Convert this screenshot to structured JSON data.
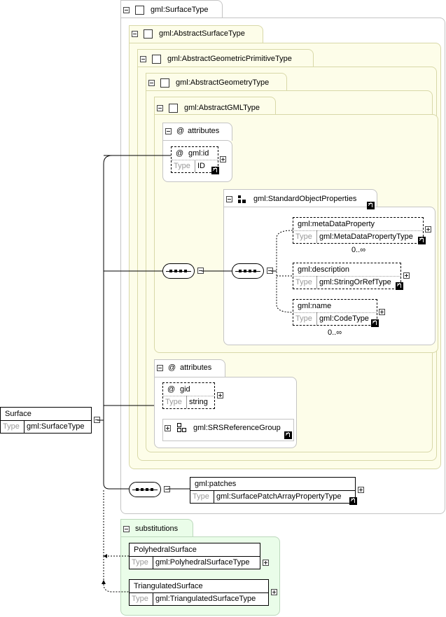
{
  "types": {
    "surface_type": "gml:SurfaceType",
    "abstract_surface": "gml:AbstractSurfaceType",
    "abstract_geometric_primitive": "gml:AbstractGeometricPrimitiveType",
    "abstract_geometry": "gml:AbstractGeometryType",
    "abstract_gml": "gml:AbstractGMLType"
  },
  "labels": {
    "attributes": "attributes",
    "type": "Type",
    "at_sign": "@",
    "substitutions": "substitutions"
  },
  "attr_id": {
    "name": "gml:id",
    "type": "ID"
  },
  "standard_object_properties": "gml:StandardObjectProperties",
  "meta_data_property": {
    "name": "gml:metaDataProperty",
    "type": "gml:MetaDataPropertyType",
    "mult": "0..∞"
  },
  "description": {
    "name": "gml:description",
    "type": "gml:StringOrRefType"
  },
  "name_el": {
    "name": "gml:name",
    "type": "gml:CodeType",
    "mult": "0..∞"
  },
  "attr_gid": {
    "name": "gid",
    "type": "string"
  },
  "srs_group": "gml:SRSReferenceGroup",
  "surface": {
    "name": "Surface",
    "type": "gml:SurfaceType"
  },
  "patches": {
    "name": "gml:patches",
    "type": "gml:SurfacePatchArrayPropertyType"
  },
  "polyhedral": {
    "name": "PolyhedralSurface",
    "type": "gml:PolyhedralSurfaceType"
  },
  "triangulated": {
    "name": "TriangulatedSurface",
    "type": "gml:TriangulatedSurfaceType"
  }
}
